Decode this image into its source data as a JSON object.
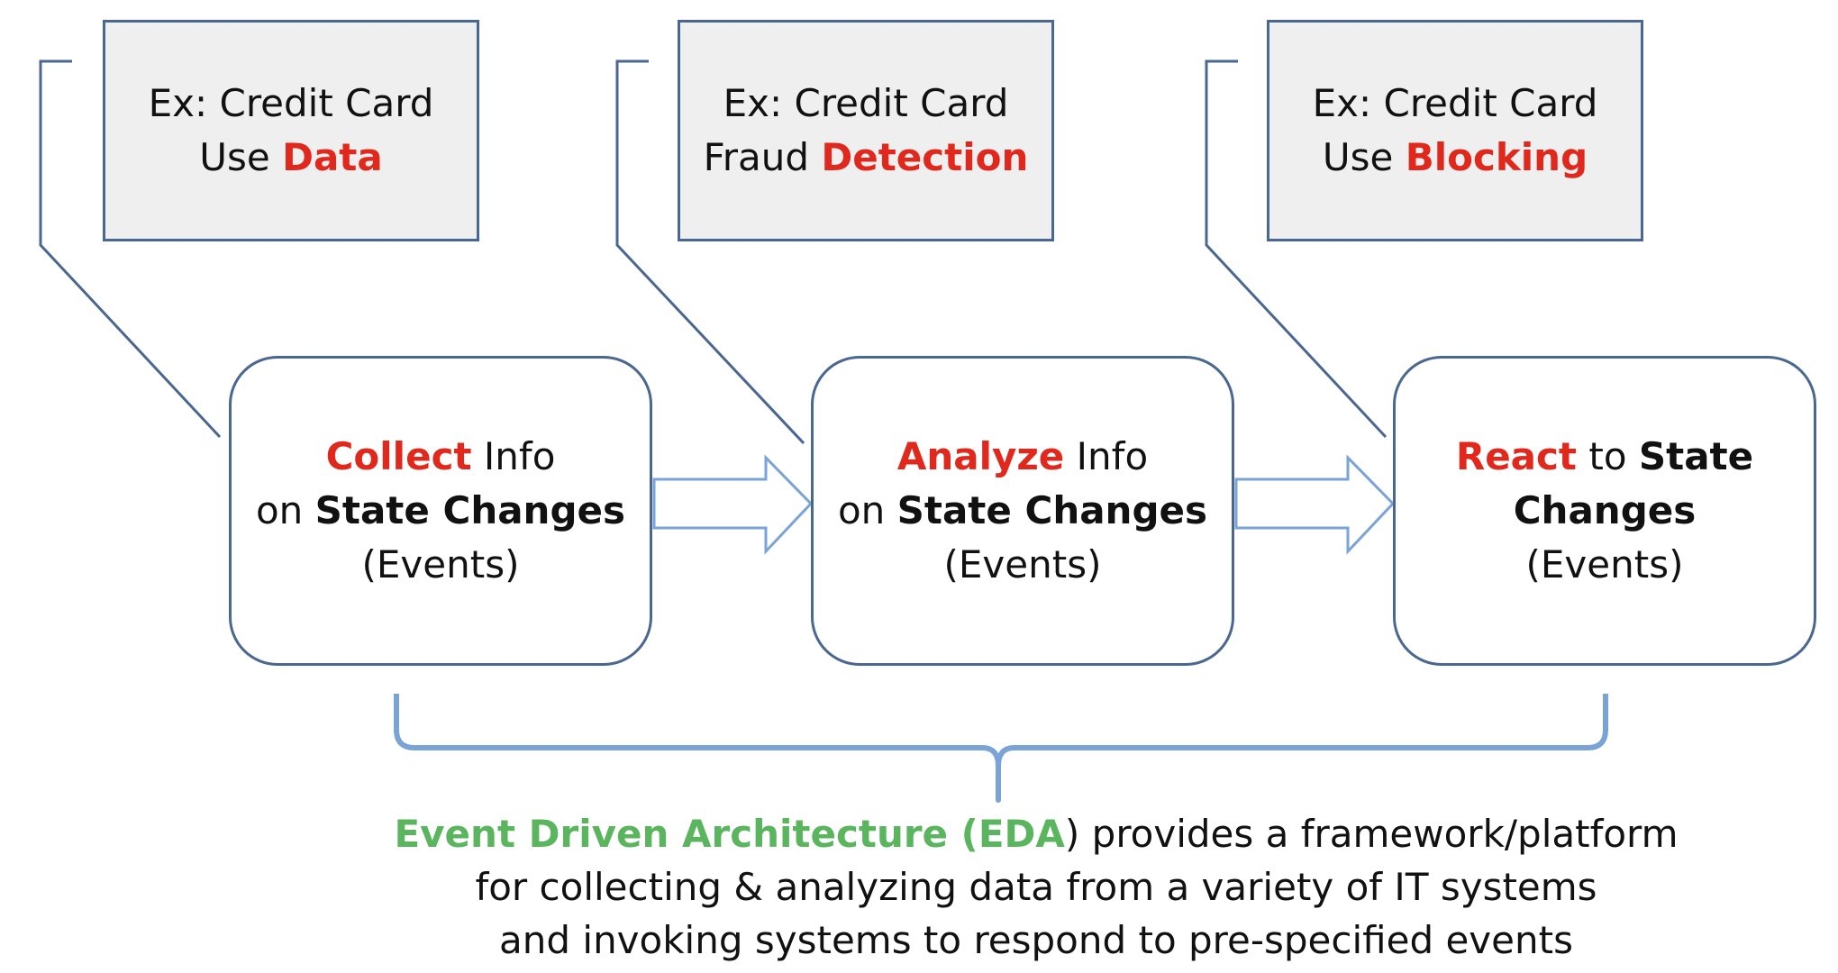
{
  "examples": [
    {
      "line1": "Ex: Credit Card",
      "line2_prefix": "Use ",
      "line2_highlight": "Data"
    },
    {
      "line1": "Ex: Credit Card",
      "line2_prefix": "Fraud ",
      "line2_highlight": "Detection"
    },
    {
      "line1": "Ex: Credit Card",
      "line2_prefix": "Use ",
      "line2_highlight": "Blocking"
    }
  ],
  "steps": [
    {
      "highlight": "Collect",
      "rest1": " Info",
      "prefix2": "on ",
      "bold2": "State Changes",
      "line3": "(Events)"
    },
    {
      "highlight": "Analyze",
      "rest1": " Info",
      "prefix2": "on ",
      "bold2": "State Changes",
      "line3": "(Events)"
    },
    {
      "highlight": "React",
      "rest1": " to ",
      "bold1": "State",
      "bold2": "Changes",
      "line3": "(Events)"
    }
  ],
  "caption": {
    "highlight": "Event Driven Architecture (EDA",
    "line1_rest": ") provides a framework/platform",
    "line2": "for collecting & analyzing data from a variety of IT systems",
    "line3": "and invoking systems to respond to pre-specified events"
  },
  "colors": {
    "box_border": "#4a6791",
    "arrow": "#7aa3d8",
    "brace": "#7aa3d8",
    "highlight_red": "#e0281c",
    "highlight_green": "#5bb55f",
    "example_fill": "#efefef"
  }
}
